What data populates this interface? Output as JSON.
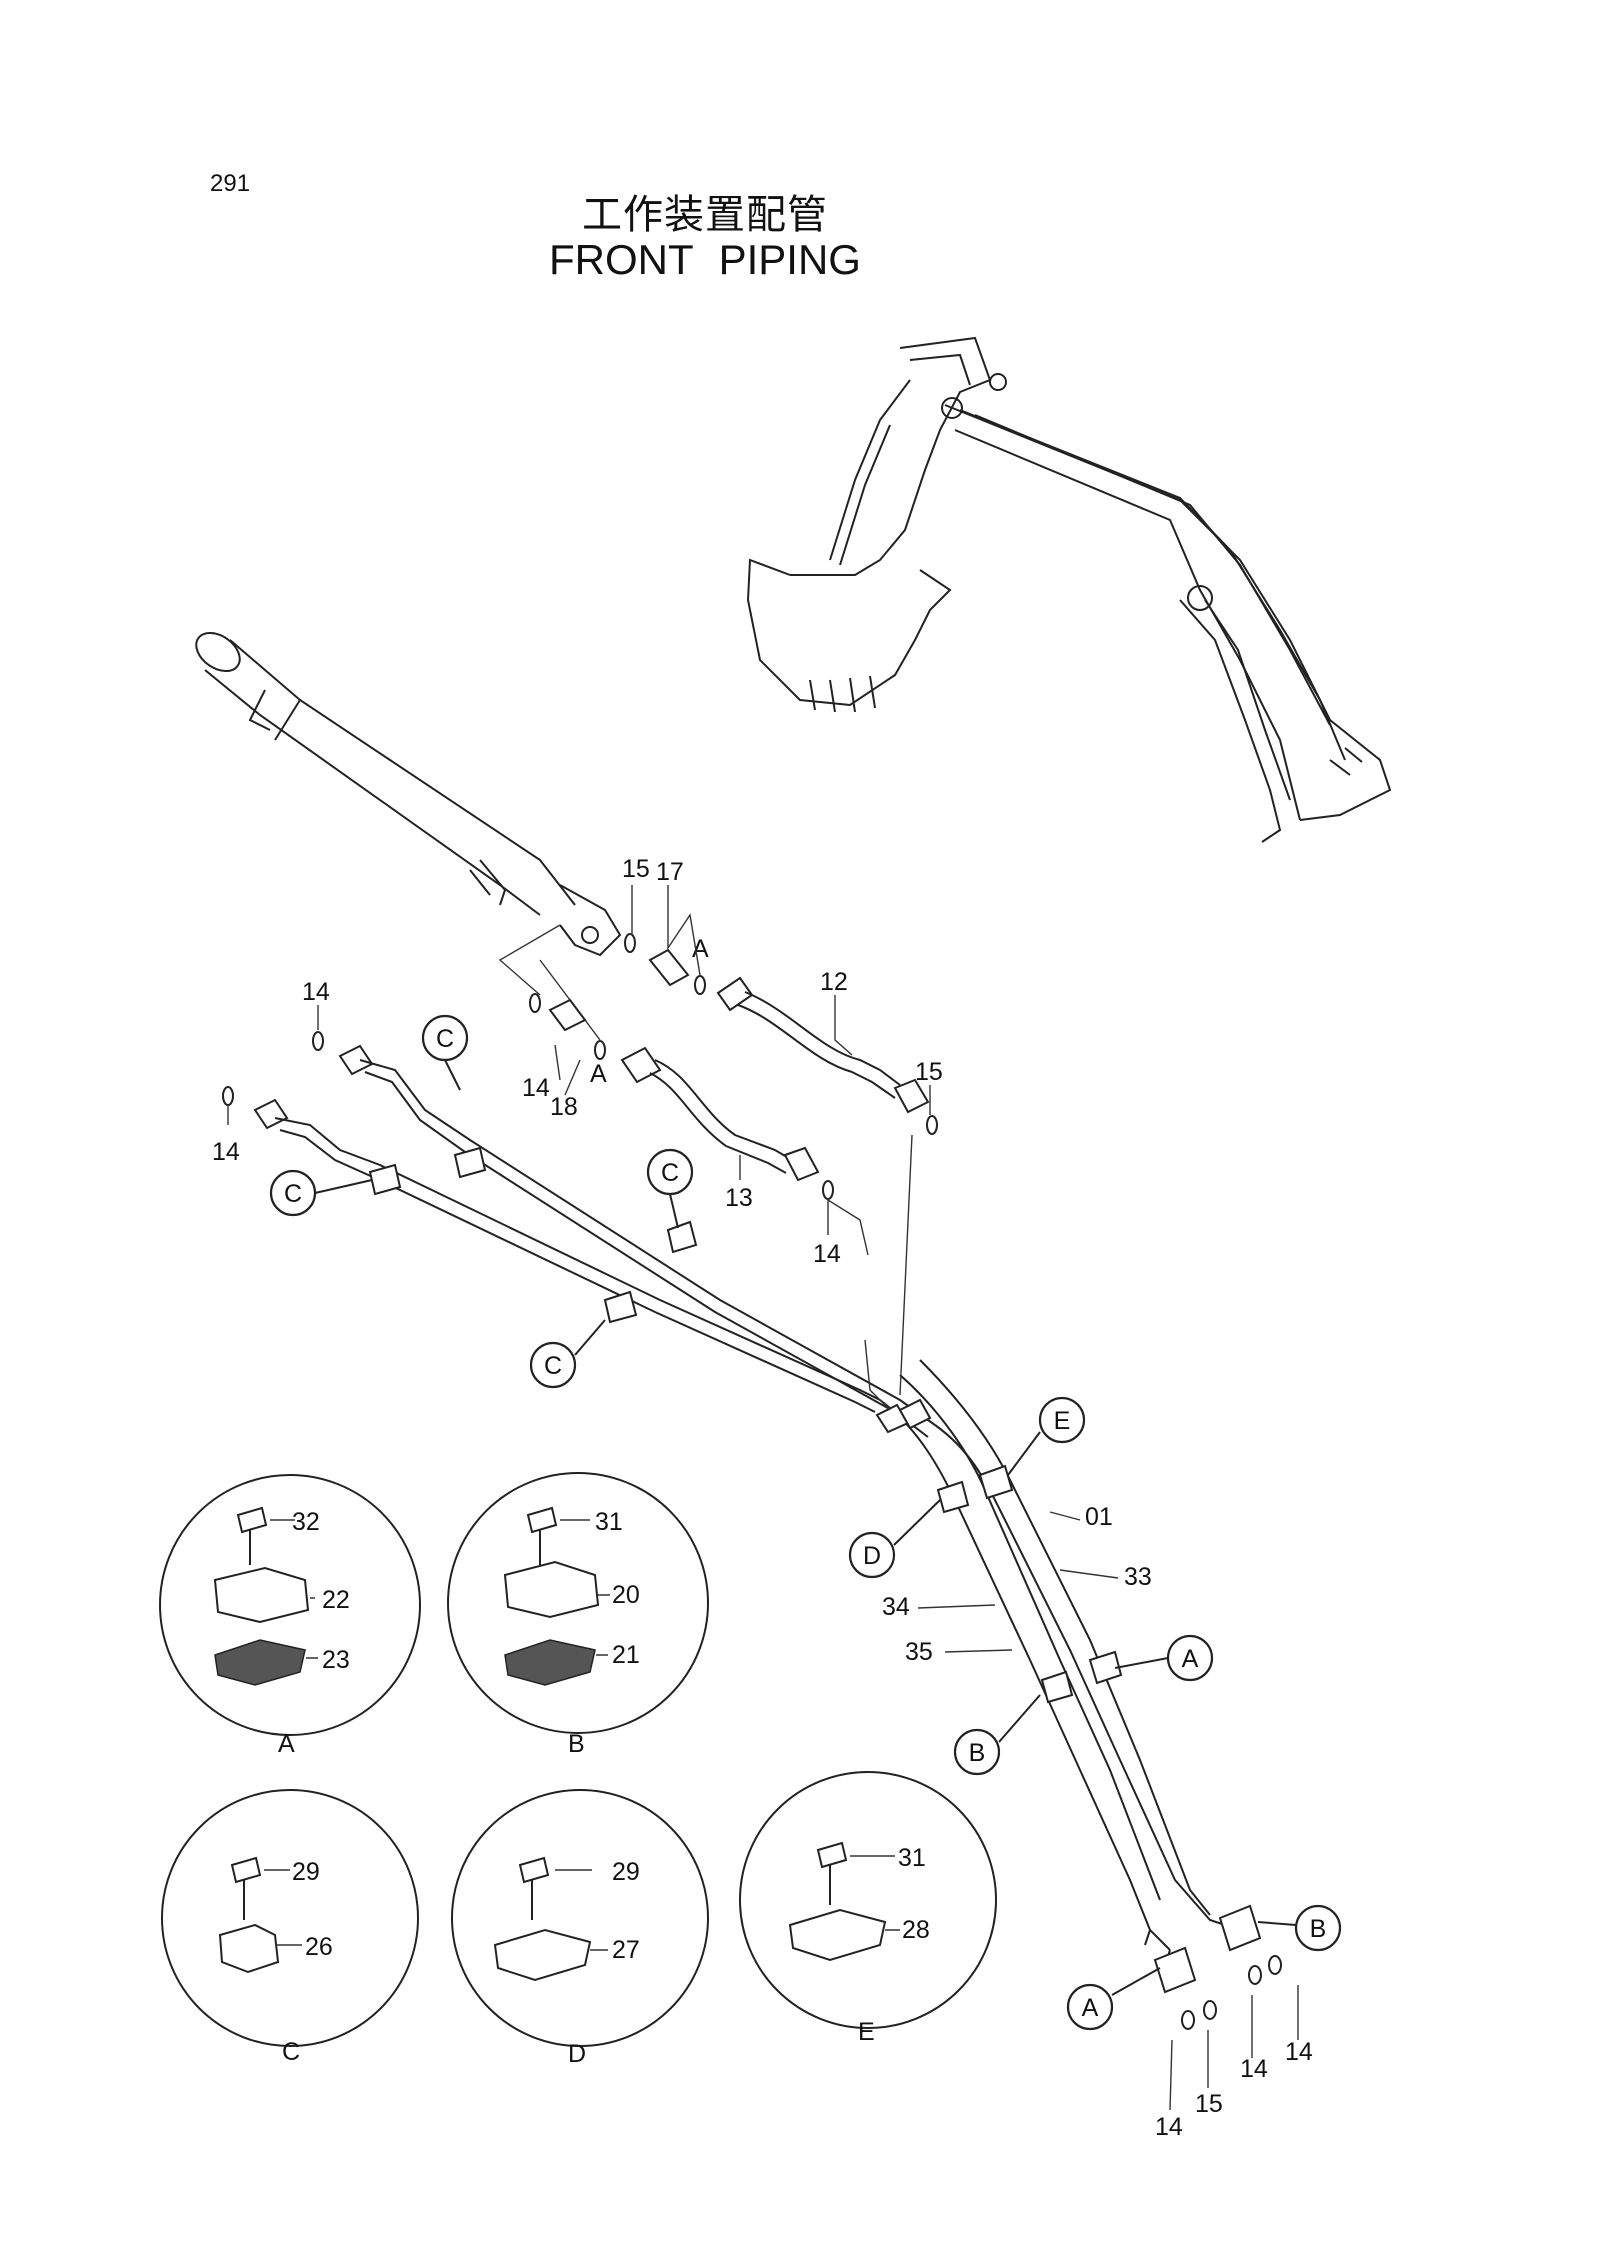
{
  "page_number": "291",
  "title_jp": "工作装置配管",
  "title_en": "FRONT PIPING",
  "callouts": {
    "c1": "C",
    "c2": "C",
    "c3": "C",
    "c4": "C",
    "e": "E",
    "d": "D",
    "a1": "A",
    "a2": "A",
    "b1": "B",
    "b2": "B",
    "arrow_a1": "A",
    "arrow_a2": "A"
  },
  "parts": {
    "p15a": "15",
    "p17": "17",
    "p12": "12",
    "p15b": "15",
    "p14a": "14",
    "p14b": "14",
    "p14c": "14",
    "p18": "18",
    "p13": "13",
    "p14d": "14",
    "p01": "01",
    "p33": "33",
    "p34": "34",
    "p35": "35",
    "p14e": "14",
    "p15c": "15",
    "p14f": "14",
    "p14g": "14"
  },
  "details": [
    {
      "bolt": "32",
      "upper": "22",
      "lower": "23",
      "label": "A"
    },
    {
      "bolt": "31",
      "upper": "20",
      "lower": "21",
      "label": "B"
    },
    {
      "bolt": "29",
      "clamp": "26",
      "label": "C"
    },
    {
      "bolt": "29",
      "clamp": "27",
      "label": "D"
    },
    {
      "bolt": "31",
      "clamp": "28",
      "label": "E"
    }
  ]
}
